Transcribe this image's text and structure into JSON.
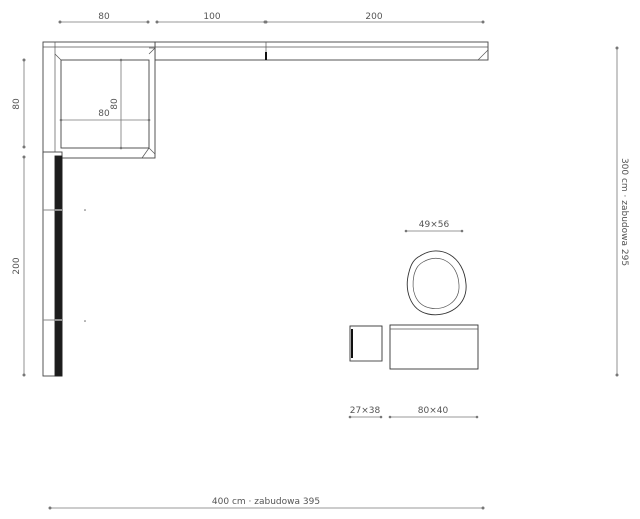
{
  "dimensions": {
    "top_a": "80",
    "top_b": "100",
    "top_c": "200",
    "left_a": "80",
    "left_b": "200",
    "inner_w": "80",
    "inner_h": "80",
    "right_total": "300 cm · zabudowa 295",
    "bottom_total": "400 cm · zabudowa 395",
    "chair": "49×56",
    "stool": "27×38",
    "bench": "80×40"
  }
}
